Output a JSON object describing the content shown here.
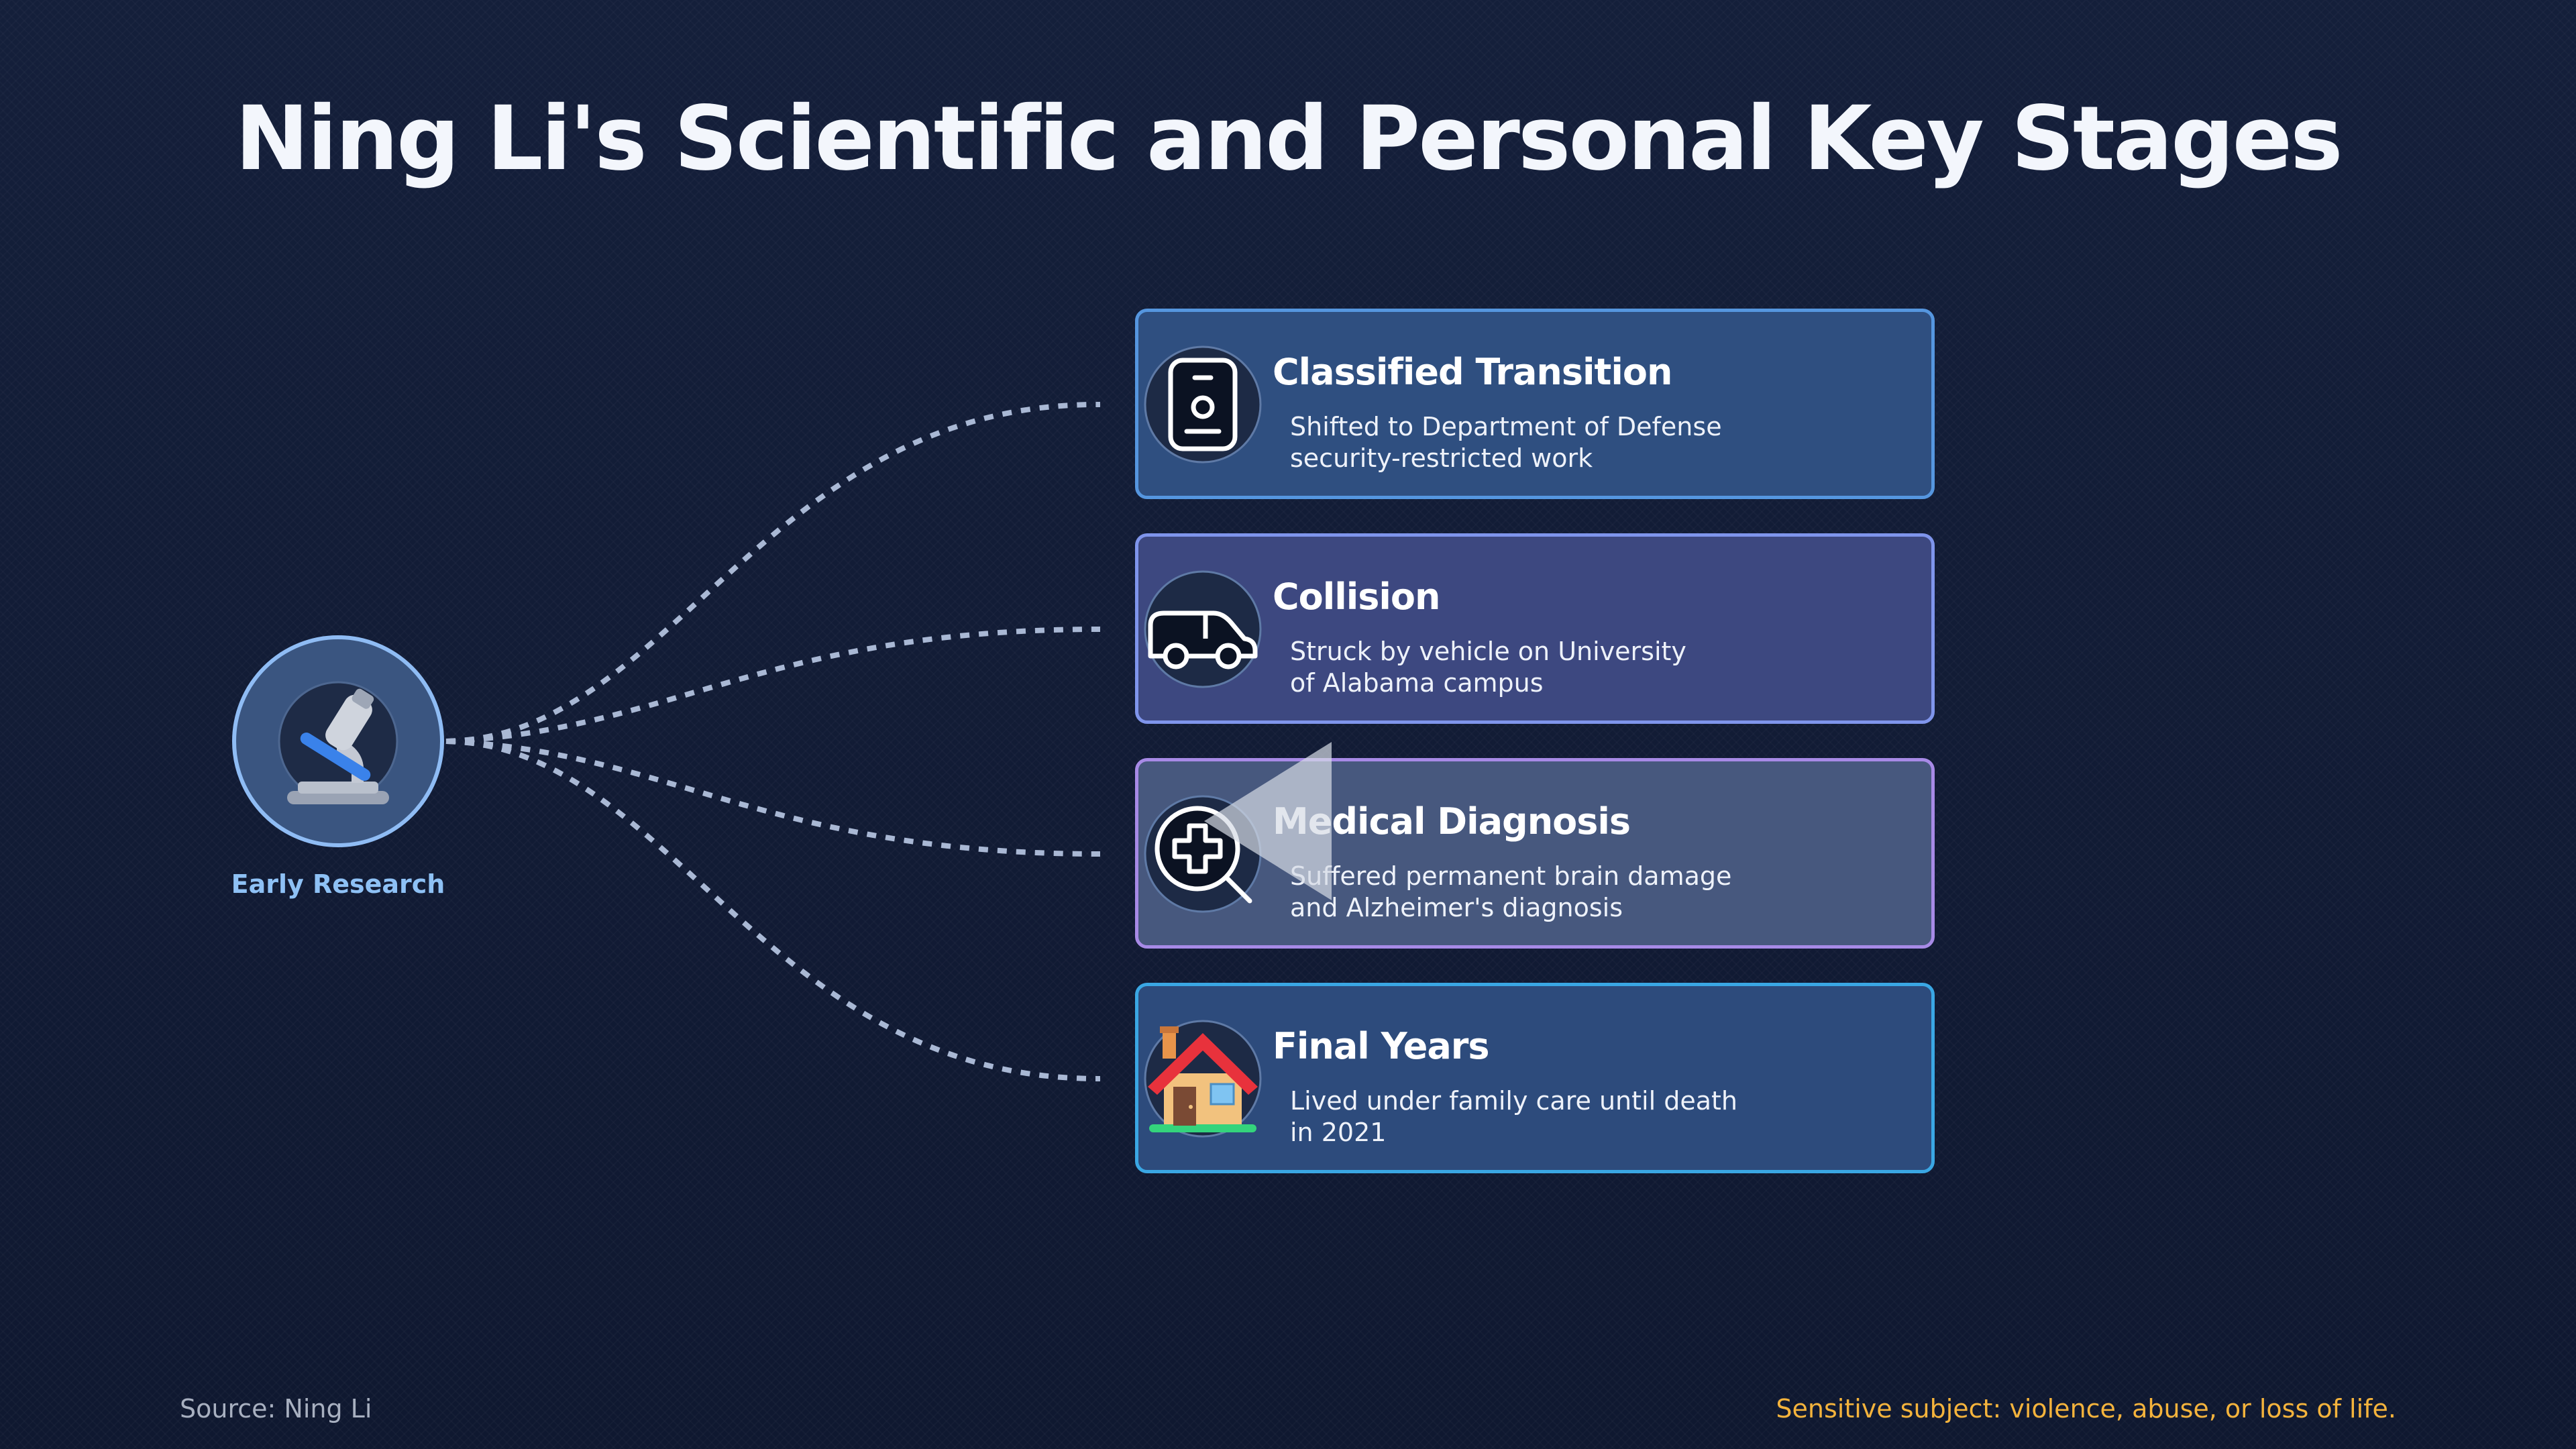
{
  "title": "Ning Li's Scientific and Personal Key Stages",
  "hub": {
    "label": "Early Research",
    "icon": "microscope-icon"
  },
  "stages": [
    {
      "title": "Classified Transition",
      "description_lines": [
        "Shifted to Department of Defense",
        "security-restricted work"
      ],
      "icon": "id-badge-icon"
    },
    {
      "title": "Collision",
      "description_lines": [
        "Struck by vehicle on University",
        "of Alabama campus"
      ],
      "icon": "car-icon"
    },
    {
      "title": "Medical Diagnosis",
      "description_lines": [
        "Suffered permanent brain damage",
        "and Alzheimer's diagnosis"
      ],
      "icon": "medical-search-icon"
    },
    {
      "title": "Final Years",
      "description_lines": [
        "Lived under family care until death",
        "in 2021"
      ],
      "icon": "house-icon"
    }
  ],
  "footer": {
    "source": "Source: Ning Li",
    "warning": "Sensitive subject: violence, abuse, or loss of life."
  },
  "colors": {
    "background": "#111b33",
    "hub_border": "#8fbcf4",
    "hub_label": "#8ec1f5",
    "connector": "#a9b8d4",
    "warning": "#f4b33c"
  }
}
